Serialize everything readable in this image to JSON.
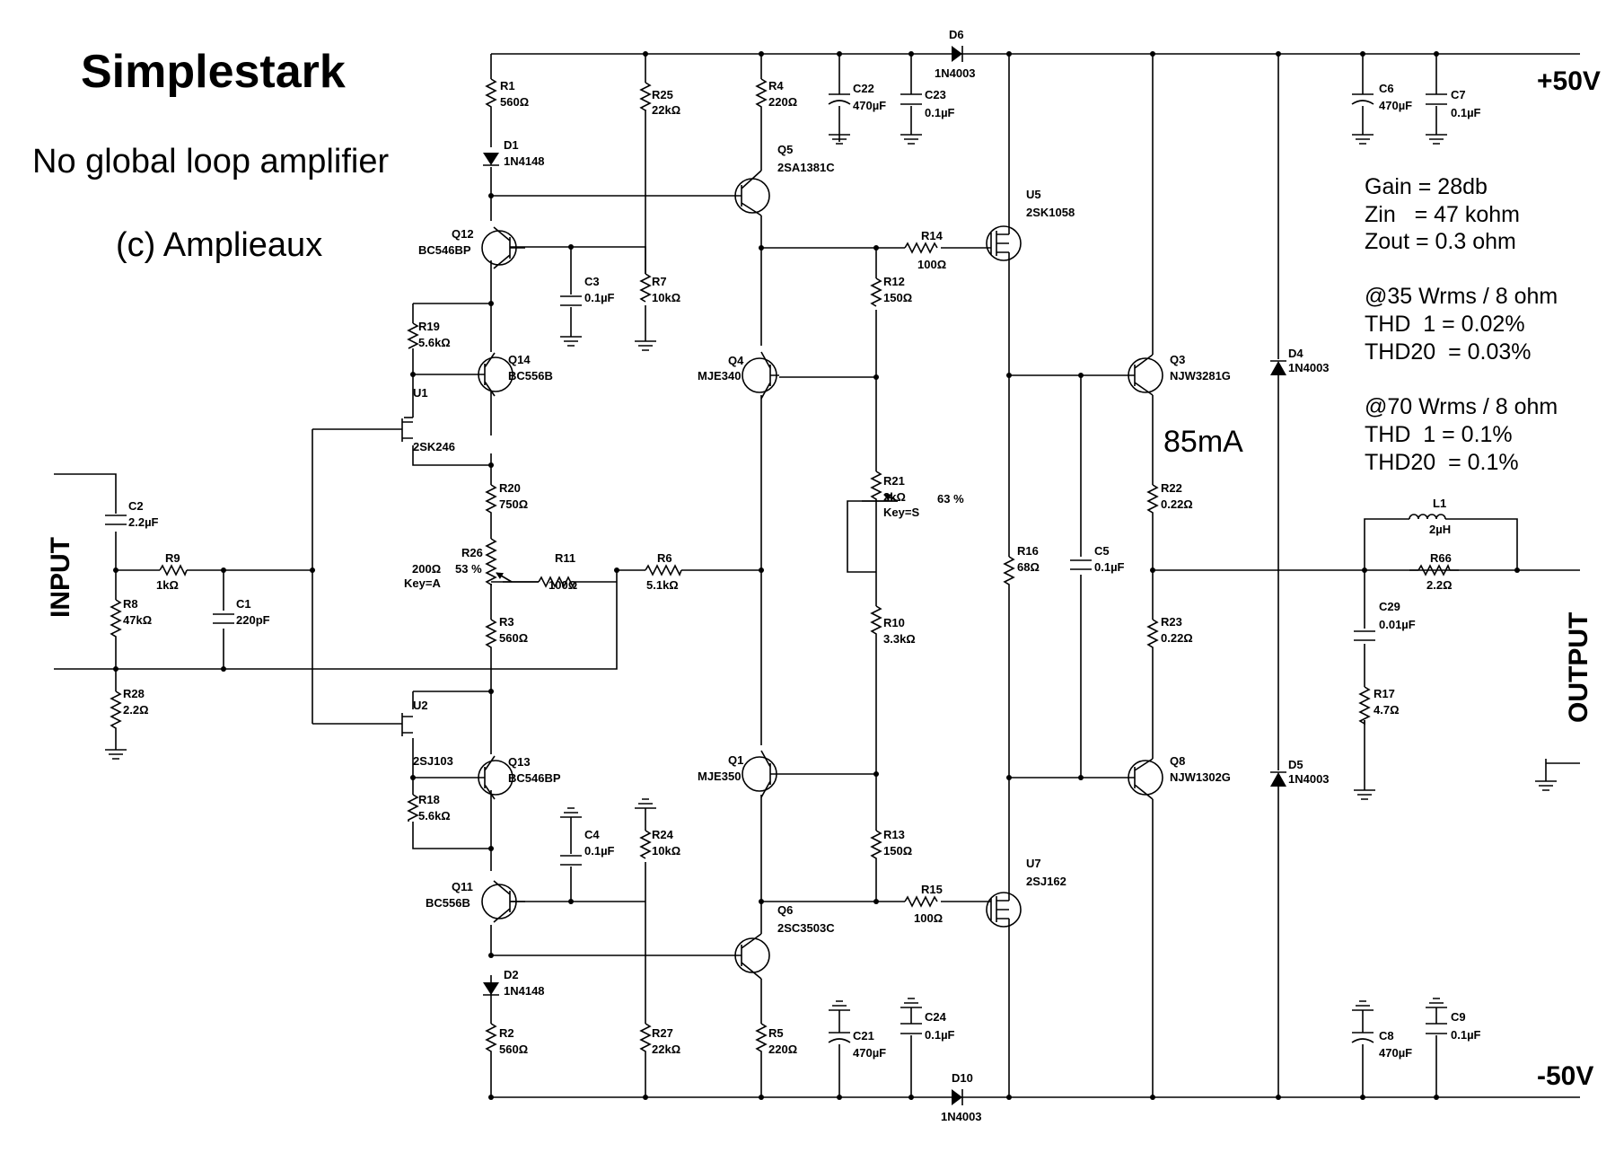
{
  "title": "Simplestark",
  "subtitle": "No global loop amplifier",
  "copyright": "(c) Amplieaux",
  "rails": {
    "pos": "+50V",
    "neg": "-50V"
  },
  "io": {
    "input": "INPUT",
    "output": "OUTPUT"
  },
  "specs": [
    "Gain = 28db",
    "Zin   = 47 kohm",
    "Zout = 0.3 ohm",
    "@35 Wrms / 8 ohm",
    "THD  1 = 0.02%",
    "THD20  = 0.03%",
    "@70 Wrms / 8 ohm",
    "THD  1 = 0.1%",
    "THD20  = 0.1%"
  ],
  "bias_current": "85mA",
  "resistors": [
    {
      "ref": "R1",
      "value": "560Ω"
    },
    {
      "ref": "R25",
      "value": "22kΩ"
    },
    {
      "ref": "R4",
      "value": "220Ω"
    },
    {
      "ref": "R19",
      "value": "5.6kΩ"
    },
    {
      "ref": "R7",
      "value": "10kΩ"
    },
    {
      "ref": "R14",
      "value": "100Ω"
    },
    {
      "ref": "R12",
      "value": "150Ω"
    },
    {
      "ref": "R20",
      "value": "750Ω"
    },
    {
      "ref": "R26",
      "value": "200Ω"
    },
    {
      "ref": "R21",
      "value": "2kΩ"
    },
    {
      "ref": "R9",
      "value": "1kΩ"
    },
    {
      "ref": "R11",
      "value": "100Ω"
    },
    {
      "ref": "R6",
      "value": "5.1kΩ"
    },
    {
      "ref": "R8",
      "value": "47kΩ"
    },
    {
      "ref": "R3",
      "value": "560Ω"
    },
    {
      "ref": "R10",
      "value": "3.3kΩ"
    },
    {
      "ref": "R16",
      "value": "68Ω"
    },
    {
      "ref": "R22",
      "value": "0.22Ω"
    },
    {
      "ref": "R23",
      "value": "0.22Ω"
    },
    {
      "ref": "R66",
      "value": "2.2Ω"
    },
    {
      "ref": "R28",
      "value": "2.2Ω"
    },
    {
      "ref": "R17",
      "value": "4.7Ω"
    },
    {
      "ref": "R18",
      "value": "5.6kΩ"
    },
    {
      "ref": "R24",
      "value": "10kΩ"
    },
    {
      "ref": "R13",
      "value": "150Ω"
    },
    {
      "ref": "R15",
      "value": "100Ω"
    },
    {
      "ref": "R2",
      "value": "560Ω"
    },
    {
      "ref": "R27",
      "value": "22kΩ"
    },
    {
      "ref": "R5",
      "value": "220Ω"
    }
  ],
  "capacitors": [
    {
      "ref": "C22",
      "value": "470µF"
    },
    {
      "ref": "C23",
      "value": "0.1µF"
    },
    {
      "ref": "C6",
      "value": "470µF"
    },
    {
      "ref": "C7",
      "value": "0.1µF"
    },
    {
      "ref": "C3",
      "value": "0.1µF"
    },
    {
      "ref": "C2",
      "value": "2.2µF"
    },
    {
      "ref": "C1",
      "value": "220pF"
    },
    {
      "ref": "C5",
      "value": "0.1µF"
    },
    {
      "ref": "C29",
      "value": "0.01µF"
    },
    {
      "ref": "C4",
      "value": "0.1µF"
    },
    {
      "ref": "C21",
      "value": "470µF"
    },
    {
      "ref": "C24",
      "value": "0.1µF"
    },
    {
      "ref": "C8",
      "value": "470µF"
    },
    {
      "ref": "C9",
      "value": "0.1µF"
    }
  ],
  "semis": [
    {
      "ref": "D6",
      "value": "1N4003"
    },
    {
      "ref": "D1",
      "value": "1N4148"
    },
    {
      "ref": "Q5",
      "value": "2SA1381C"
    },
    {
      "ref": "U5",
      "value": "2SK1058"
    },
    {
      "ref": "Q12",
      "value": "BC546BP"
    },
    {
      "ref": "Q14",
      "value": "BC556B"
    },
    {
      "ref": "U1",
      "value": "2SK246"
    },
    {
      "ref": "Q4",
      "value": "MJE340"
    },
    {
      "ref": "Q3",
      "value": "NJW3281G"
    },
    {
      "ref": "D4",
      "value": "1N4003"
    },
    {
      "ref": "U2",
      "value": "2SJ103"
    },
    {
      "ref": "Q13",
      "value": "BC546BP"
    },
    {
      "ref": "Q1",
      "value": "MJE350"
    },
    {
      "ref": "Q8",
      "value": "NJW1302G"
    },
    {
      "ref": "D5",
      "value": "1N4003"
    },
    {
      "ref": "Q11",
      "value": "BC556B"
    },
    {
      "ref": "Q6",
      "value": "2SC3503C"
    },
    {
      "ref": "U7",
      "value": "2SJ162"
    },
    {
      "ref": "D2",
      "value": "1N4148"
    },
    {
      "ref": "D10",
      "value": "1N4003"
    }
  ],
  "inductors": [
    {
      "ref": "L1",
      "value": "2µH"
    }
  ],
  "trim_notes": {
    "r26_pct": "53 %",
    "r26_key": "Key=A",
    "r21_pct": "63 %",
    "r21_key": "Key=S"
  }
}
